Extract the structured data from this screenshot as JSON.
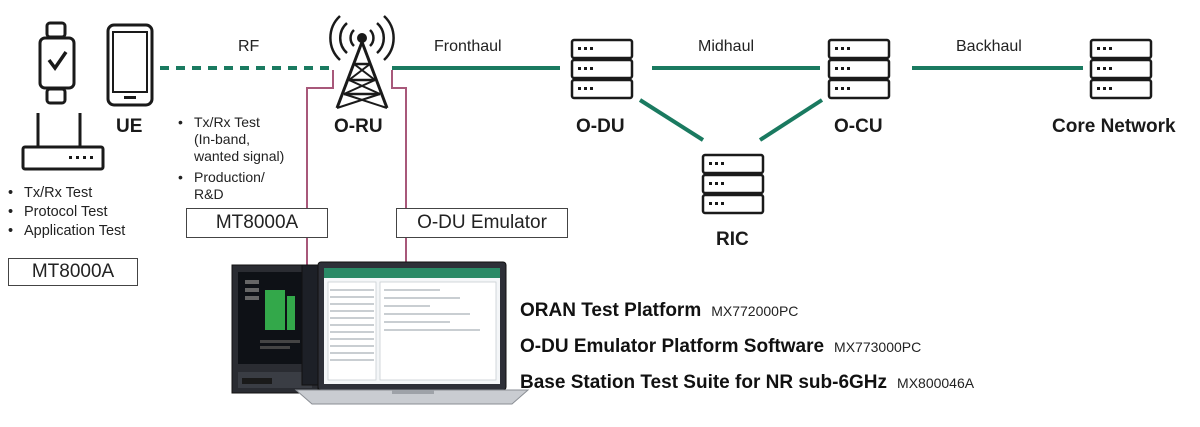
{
  "nodes": {
    "ue": {
      "label": "UE"
    },
    "oru": {
      "label": "O-RU"
    },
    "odu": {
      "label": "O-DU"
    },
    "ocu": {
      "label": "O-CU"
    },
    "ric": {
      "label": "RIC"
    },
    "core": {
      "label": "Core Network"
    }
  },
  "links": {
    "rf": "RF",
    "fronthaul": "Fronthaul",
    "midhaul": "Midhaul",
    "backhaul": "Backhaul"
  },
  "ue_tests": {
    "items": [
      "Tx/Rx Test",
      "Protocol Test",
      "Application Test"
    ],
    "instrument": "MT8000A"
  },
  "oru_tests": {
    "items": [
      {
        "line1": "Tx/Rx Test",
        "line2": "(In-band,",
        "line3": "wanted signal)"
      },
      {
        "line1": "Production/",
        "line2": "R&D"
      }
    ],
    "instrument_left": "MT8000A",
    "instrument_right": "O-DU Emulator"
  },
  "products": [
    {
      "name": "ORAN Test Platform",
      "code": "MX772000PC"
    },
    {
      "name": "O-DU Emulator Platform Software",
      "code": "MX773000PC"
    },
    {
      "name": "Base Station Test Suite for NR sub-6GHz",
      "code": "MX800046A"
    }
  ],
  "colors": {
    "link": "#1a7a60",
    "instrument_link": "#a8587a",
    "device": "#1a1a1a"
  }
}
